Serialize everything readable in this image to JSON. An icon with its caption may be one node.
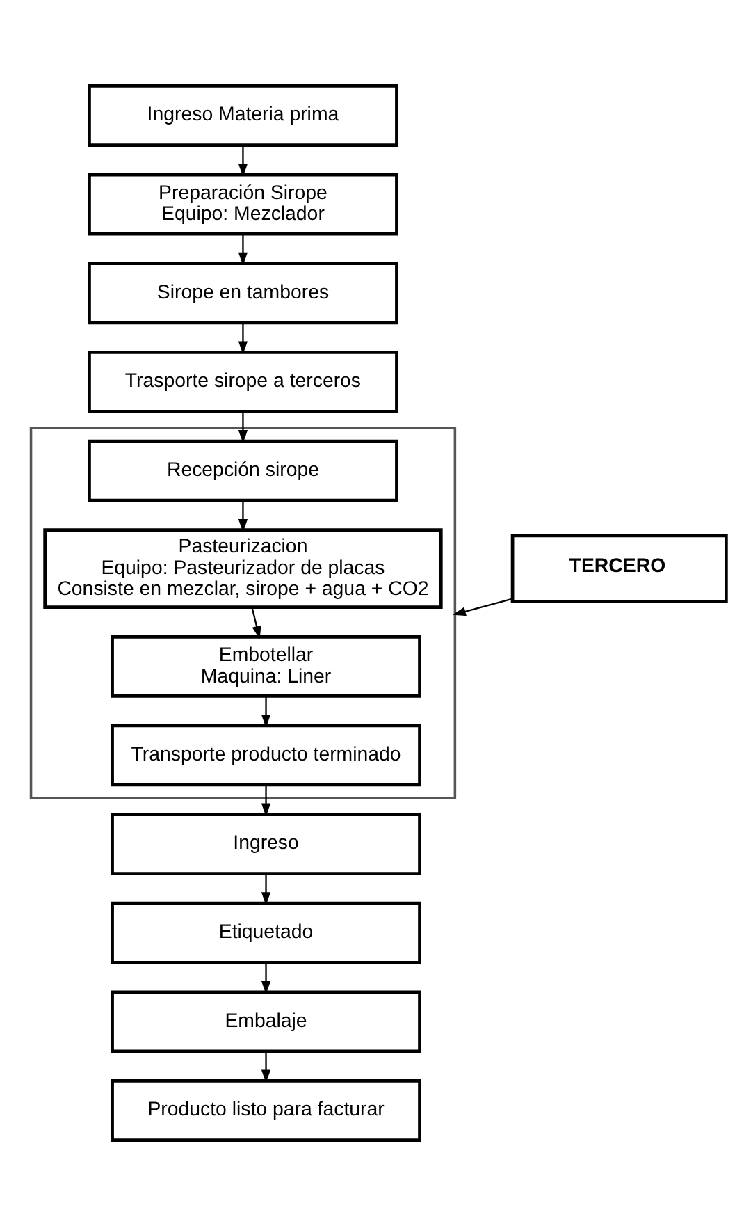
{
  "diagram": {
    "nodes": [
      {
        "text": [
          "Ingreso Materia prima"
        ]
      },
      {
        "text": [
          "Preparación Sirope",
          "Equipo: Mezclador"
        ]
      },
      {
        "text": [
          "Sirope en tambores"
        ]
      },
      {
        "text": [
          "Trasporte sirope a terceros"
        ]
      },
      {
        "text": [],
        "shape": "box"
      },
      {
        "text": [
          "Recepción sirope"
        ],
        "in": 4
      },
      {
        "text": [
          "Pasteurizacion",
          "Equipo: Pasteurizador de placas",
          "Consiste en mezclar, sirope + agua + CO2"
        ],
        "in": 4
      },
      {
        "text": [
          "Embotellar",
          "Maquina: Liner"
        ],
        "in": 4
      },
      {
        "text": [
          "Transporte producto terminado"
        ],
        "in": 4
      },
      {
        "text": [
          "Ingreso"
        ]
      },
      {
        "text": [
          "Etiquetado"
        ]
      },
      {
        "text": [
          "Embalaje"
        ]
      },
      {
        "text": [
          "Producto listo para facturar"
        ]
      },
      {
        "text": [
          "TERCERO"
        ]
      }
    ],
    "edges": [
      {
        "from": 0,
        "to": 1,
        "arrow": "to"
      },
      {
        "from": 1,
        "to": 2,
        "arrow": "to"
      },
      {
        "from": 2,
        "to": 3,
        "arrow": "to"
      },
      {
        "from": 3,
        "to": 5,
        "arrow": "to"
      },
      {
        "from": 5,
        "to": 6,
        "arrow": "to"
      },
      {
        "from": 6,
        "to": 7,
        "arrow": "to"
      },
      {
        "from": 7,
        "to": 8,
        "arrow": "to"
      },
      {
        "from": 8,
        "to": 9,
        "arrow": "to"
      },
      {
        "from": 9,
        "to": 10,
        "arrow": "to"
      },
      {
        "from": 10,
        "to": 11,
        "arrow": "to"
      },
      {
        "from": 11,
        "to": 12,
        "arrow": "to"
      },
      {
        "from": 13,
        "to": 4,
        "arrow": "to"
      }
    ]
  }
}
